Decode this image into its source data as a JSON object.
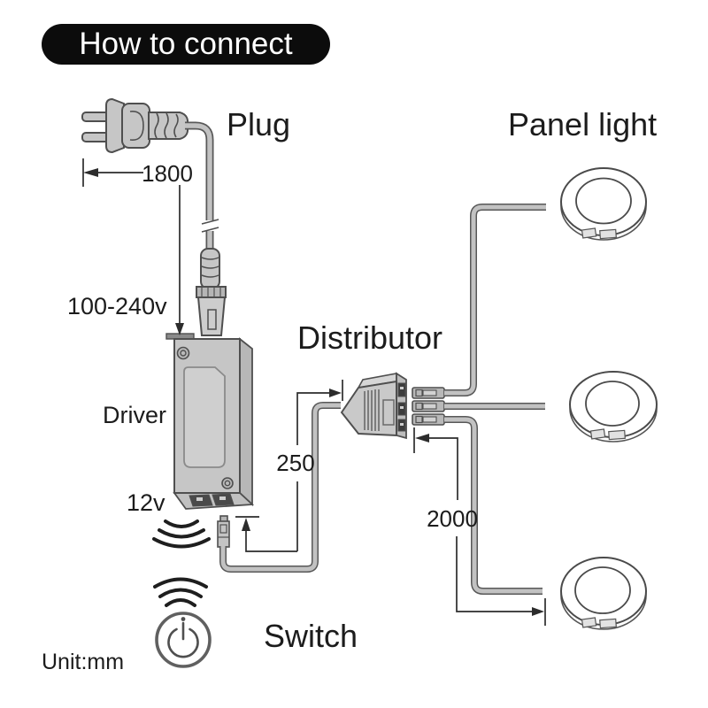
{
  "banner": {
    "title": "How to connect"
  },
  "components": {
    "plug": {
      "label": "Plug"
    },
    "driver": {
      "label": "Driver",
      "input_voltage": "100-240v",
      "output_voltage": "12v"
    },
    "distributor": {
      "label": "Distributor"
    },
    "panel_light": {
      "label": "Panel light",
      "count": 3
    },
    "switch": {
      "label": "Switch"
    }
  },
  "dimensions": {
    "unit_note": "Unit:mm",
    "plug_to_driver_mm": "1800",
    "driver_to_distributor_mm": "250",
    "distributor_to_light_mm": "2000"
  },
  "icons": {
    "wireless_waves": "wifi-waves-icon",
    "power_button": "power-icon"
  },
  "colors": {
    "background": "#ffffff",
    "banner_bg": "#0c0c0c",
    "banner_text": "#ffffff",
    "line_art": "#4f4f4f",
    "dimension_line": "#2c2c2c",
    "component_fill": "#c6c6c6",
    "cable_fill": "#c2c2c2",
    "text": "#1c1c1c"
  }
}
